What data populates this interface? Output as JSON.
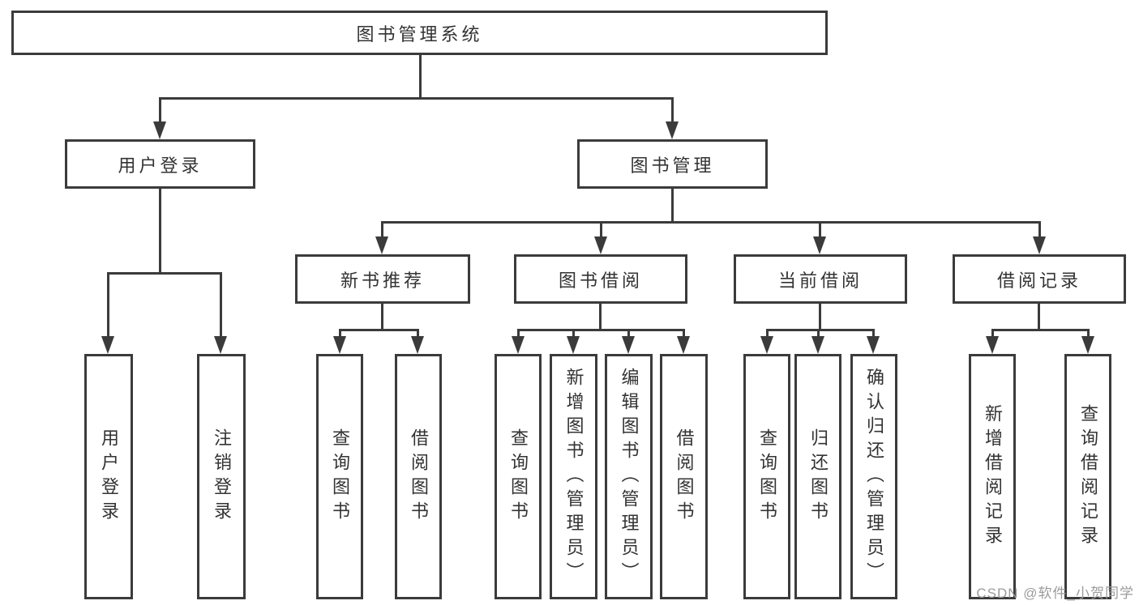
{
  "diagram": {
    "tree": {
      "label": "图书管理系统",
      "children": [
        {
          "label": "用户登录",
          "children": [
            {
              "label": "用户登录"
            },
            {
              "label": "注销登录"
            }
          ]
        },
        {
          "label": "图书管理",
          "children": [
            {
              "label": "新书推荐",
              "children": [
                {
                  "label": "查询图书"
                },
                {
                  "label": "借阅图书"
                }
              ]
            },
            {
              "label": "图书借阅",
              "children": [
                {
                  "label": "查询图书"
                },
                {
                  "label": "新增图书（管理员）"
                },
                {
                  "label": "编辑图书（管理员）"
                },
                {
                  "label": "借阅图书"
                }
              ]
            },
            {
              "label": "当前借阅",
              "children": [
                {
                  "label": "查询图书"
                },
                {
                  "label": "归还图书"
                },
                {
                  "label": "确认归还（管理员）"
                }
              ]
            },
            {
              "label": "借阅记录",
              "children": [
                {
                  "label": "新增借阅记录"
                },
                {
                  "label": "查询借阅记录"
                }
              ]
            }
          ]
        }
      ]
    },
    "watermark": "CSDN @软件_小贺同学",
    "colors": {
      "line": "#3b3b3b",
      "text": "#333333",
      "background": "#ffffff",
      "watermark": "#9b9b9b"
    }
  }
}
